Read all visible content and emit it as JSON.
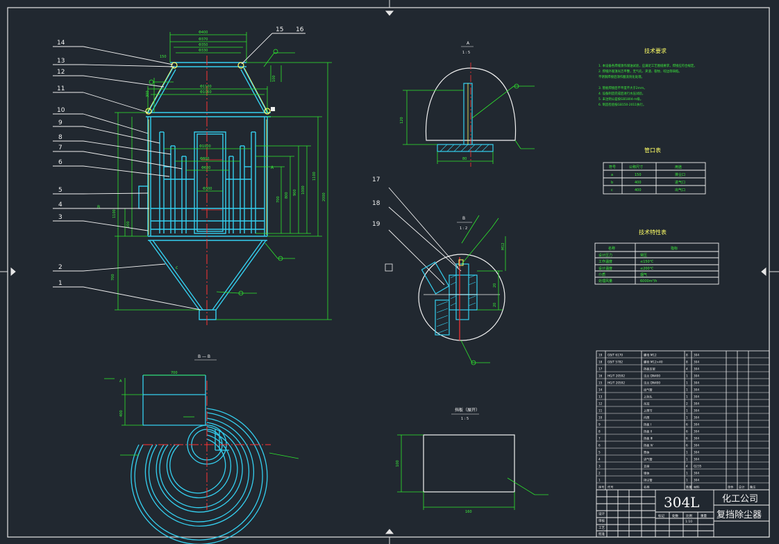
{
  "colors": {
    "background": "#212830",
    "frame": "#e6e6e6",
    "outline": "#35d0f0",
    "dimension": "#2ee82e",
    "centerline": "#ff3333",
    "text": "#f2f2f2"
  },
  "callouts": {
    "c1": "1",
    "c2": "2",
    "c3": "3",
    "c4": "4",
    "c5": "5",
    "c6": "6",
    "c7": "7",
    "c8": "8",
    "c9": "9",
    "c10": "10",
    "c11": "11",
    "c12": "12",
    "c13": "13",
    "c14": "14",
    "c15": "15",
    "c16": "16",
    "c17": "17",
    "c18": "18",
    "c19": "19"
  },
  "views": {
    "section_bb": "B — B",
    "view_a": "A",
    "view_a_scale": "1 : 5",
    "view_b": "B",
    "view_b_scale": "1 : 2",
    "plate_view": "挡板（展开）",
    "plate_scale": "1 : 5"
  },
  "notes": {
    "title": "技术要求",
    "lines": [
      "1. 本设备各焊缝须作煤油试验，应满足工艺图纸要求，焊接应符合规定。",
      "2. 焊缝外观须光洁平整，无气孔、夹渣、裂纹、咬边等缺陷。",
      "   不锈钢焊接后须作酸洗钝化处理。",
      "3. 管板焊接后不平度不大于2mm。",
      "4. 设备制造完成后进行水压试验。",
      "5. 未注明公差按GB1804-m级。",
      "6. 制造检验按GB150-2011执行。"
    ]
  },
  "nozzle_table": {
    "title": "管口表",
    "headers": [
      "符号",
      "公称尺寸",
      "用途"
    ],
    "rows": [
      [
        "a",
        "150",
        "排尘口"
      ],
      [
        "b",
        "400",
        "进气口"
      ],
      [
        "c",
        "400",
        "出气口"
      ]
    ]
  },
  "spec_table": {
    "title": "技术特性表",
    "headers": [
      "名称",
      "指标"
    ],
    "rows": [
      [
        "设计压力",
        "常压"
      ],
      [
        "工作温度",
        "≤150℃"
      ],
      [
        "设计温度",
        "≤200℃"
      ],
      [
        "介质",
        "烟气"
      ],
      [
        "处理风量",
        "6000m³/h"
      ]
    ]
  },
  "parts_list": {
    "rows": [
      [
        "19",
        "GB/T 6170",
        "螺母 M12",
        "8",
        "304",
        "",
        "",
        ""
      ],
      [
        "18",
        "GB/T 5782",
        "螺栓 M12×40",
        "8",
        "304",
        "",
        "",
        ""
      ],
      [
        "17",
        "",
        "挡板支架",
        "4",
        "304",
        "",
        "",
        ""
      ],
      [
        "16",
        "HG/T 20592",
        "法兰 DN400",
        "1",
        "304",
        "",
        "",
        ""
      ],
      [
        "15",
        "HG/T 20592",
        "法兰 DN400",
        "1",
        "304",
        "",
        "",
        ""
      ],
      [
        "14",
        "",
        "出气管",
        "1",
        "304",
        "",
        "",
        ""
      ],
      [
        "13",
        "",
        "上封头",
        "1",
        "304",
        "",
        "",
        ""
      ],
      [
        "12",
        "",
        "吊耳",
        "2",
        "304",
        "",
        "",
        ""
      ],
      [
        "11",
        "",
        "上筒节",
        "1",
        "304",
        "",
        "",
        ""
      ],
      [
        "10",
        "",
        "内筒",
        "1",
        "304",
        "",
        "",
        ""
      ],
      [
        "9",
        "",
        "挡板 Ⅰ",
        "6",
        "304",
        "",
        "",
        ""
      ],
      [
        "8",
        "",
        "挡板 Ⅱ",
        "6",
        "304",
        "",
        "",
        ""
      ],
      [
        "7",
        "",
        "挡板 Ⅲ",
        "6",
        "304",
        "",
        "",
        ""
      ],
      [
        "6",
        "",
        "挡板 Ⅳ",
        "6",
        "304",
        "",
        "",
        ""
      ],
      [
        "5",
        "",
        "筒体",
        "1",
        "304",
        "",
        "",
        ""
      ],
      [
        "4",
        "",
        "进气管",
        "1",
        "304",
        "",
        "",
        ""
      ],
      [
        "3",
        "",
        "支座",
        "4",
        "Q235",
        "",
        "",
        ""
      ],
      [
        "2",
        "",
        "锥体",
        "1",
        "304",
        "",
        "",
        ""
      ],
      [
        "1",
        "",
        "排尘管",
        "1",
        "304",
        "",
        "",
        ""
      ]
    ],
    "headers": [
      "序号",
      "代号",
      "名称",
      "数量",
      "材料",
      "单件",
      "总计",
      "备注"
    ]
  },
  "title_block": {
    "material": "304L",
    "company": "化工公司",
    "drawing_name": "复挡除尘器",
    "labels": [
      "设计",
      "审核",
      "工艺",
      "批准",
      "标记",
      "处数",
      "比例",
      "重量"
    ],
    "scale": "1:10"
  }
}
